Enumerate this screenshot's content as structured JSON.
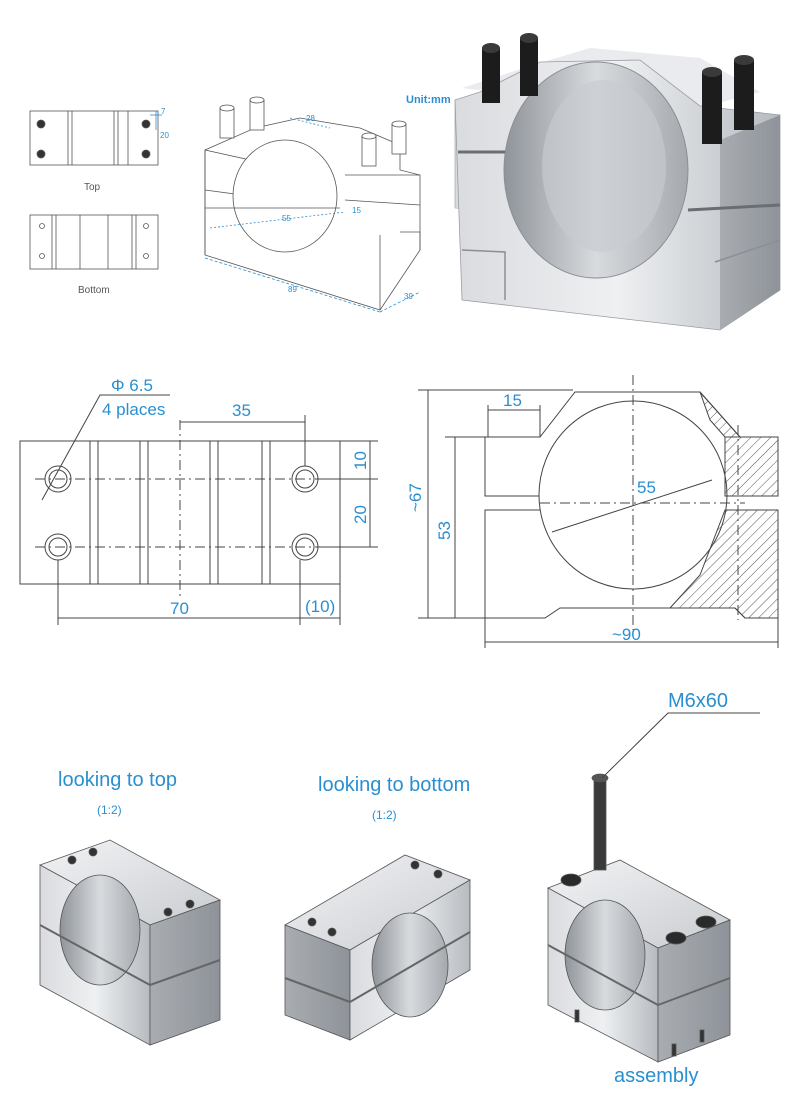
{
  "top_section": {
    "unit_label": "Unit:mm",
    "top_view_label": "Top",
    "bottom_view_label": "Bottom",
    "top_dim_7": "7",
    "top_dim_20": "20",
    "iso_dim_28": "28",
    "iso_dim_15": "15",
    "iso_dim_55": "55",
    "iso_dim_89": "89",
    "iso_dim_39": "39"
  },
  "plan_drawing": {
    "hole_note_line1": "Φ 6.5",
    "hole_note_line2": "4 places",
    "dim_35": "35",
    "dim_10": "10",
    "dim_20": "20",
    "dim_70": "70",
    "dim_10_paren": "(10)"
  },
  "front_drawing": {
    "dim_15": "15",
    "dim_55": "55",
    "dim_67": "~67",
    "dim_53": "53",
    "dim_90": "~90"
  },
  "bottom_section": {
    "view_top_title": "looking to top",
    "view_top_scale": "(1:2)",
    "view_bottom_title": "looking to bottom",
    "view_bottom_scale": "(1:2)",
    "bolt_label": "M6x60",
    "assembly_label": "assembly"
  },
  "colors": {
    "accent_blue": "#2a8fd0",
    "line_dark": "#444444",
    "metal_light": "#e4e6e9",
    "metal_mid": "#bfc3c8",
    "metal_dark": "#8d9298"
  }
}
